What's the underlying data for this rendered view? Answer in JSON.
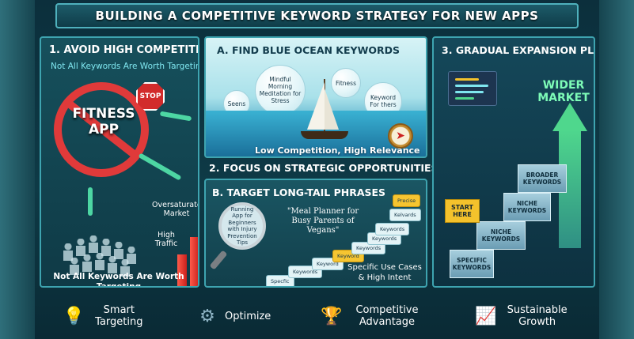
{
  "title": "BUILDING A COMPETITIVE KEYWORD STRATEGY FOR NEW APPS",
  "colors": {
    "accent_teal": "#3ea4b0",
    "danger": "#e03a3a",
    "growth": "#4fd78d",
    "gold": "#f4c22c"
  },
  "section1": {
    "number": "1.",
    "heading": "AVOID HIGH COMPETITION",
    "subtitle": "Not All Keywords Are Worth Targeting",
    "center_label": "FITNESS APP",
    "stop_label": "STOP",
    "oversaturated": "Oversaturated Market",
    "high_traffic": "High Traffic",
    "bottom_caption": "Not All Keywords Are Worth Targeting"
  },
  "sectionA": {
    "number": "A.",
    "heading": "FIND BLUE OCEAN KEYWORDS",
    "bubbles": [
      "Mindful Morning Meditation for Stress",
      "Fitness",
      "Seens",
      "Keyword For thers"
    ],
    "caption": "Low Competition, High Relevance",
    "icons": [
      "sailboat-icon",
      "compass-icon"
    ]
  },
  "section2": {
    "number": "2.",
    "heading": "FOCUS ON STRATEGIC OPPORTUNITIES"
  },
  "sectionB": {
    "number": "B.",
    "heading": "TARGET LONG-TAIL PHRASES",
    "magnifier_text": "Running App for Beginners with Injury Prevention Tips",
    "quote": "\"Meal Planner for Busy Parents of Vegans\"",
    "keyword_chain": [
      "Specfic",
      "Keywords",
      "Keyword",
      "Keyword",
      "Keywords",
      "Keywords",
      "Keywords",
      "Kelvards",
      "Precise"
    ],
    "caption": "Specific Use Cases & High Intent"
  },
  "section3": {
    "number": "3.",
    "heading": "GRADUAL EXPANSION PLAN",
    "target_label": "WIDER MARKET",
    "start_label": "START HERE",
    "steps": [
      "SPECIFIC KEYWORDS",
      "NICHE KEYWORDS",
      "NICHE KEYWORDS",
      "BROADER KEYWORDS"
    ]
  },
  "footer": {
    "items": [
      {
        "label": "Smart Targeting",
        "icon": "lightbulb-icon"
      },
      {
        "label": "Optimize",
        "icon": "gears-icon"
      },
      {
        "label": "Competitive Advantage",
        "icon": "trophy-icon"
      },
      {
        "label": "Sustainable Growth",
        "icon": "growth-chart-icon"
      }
    ]
  }
}
